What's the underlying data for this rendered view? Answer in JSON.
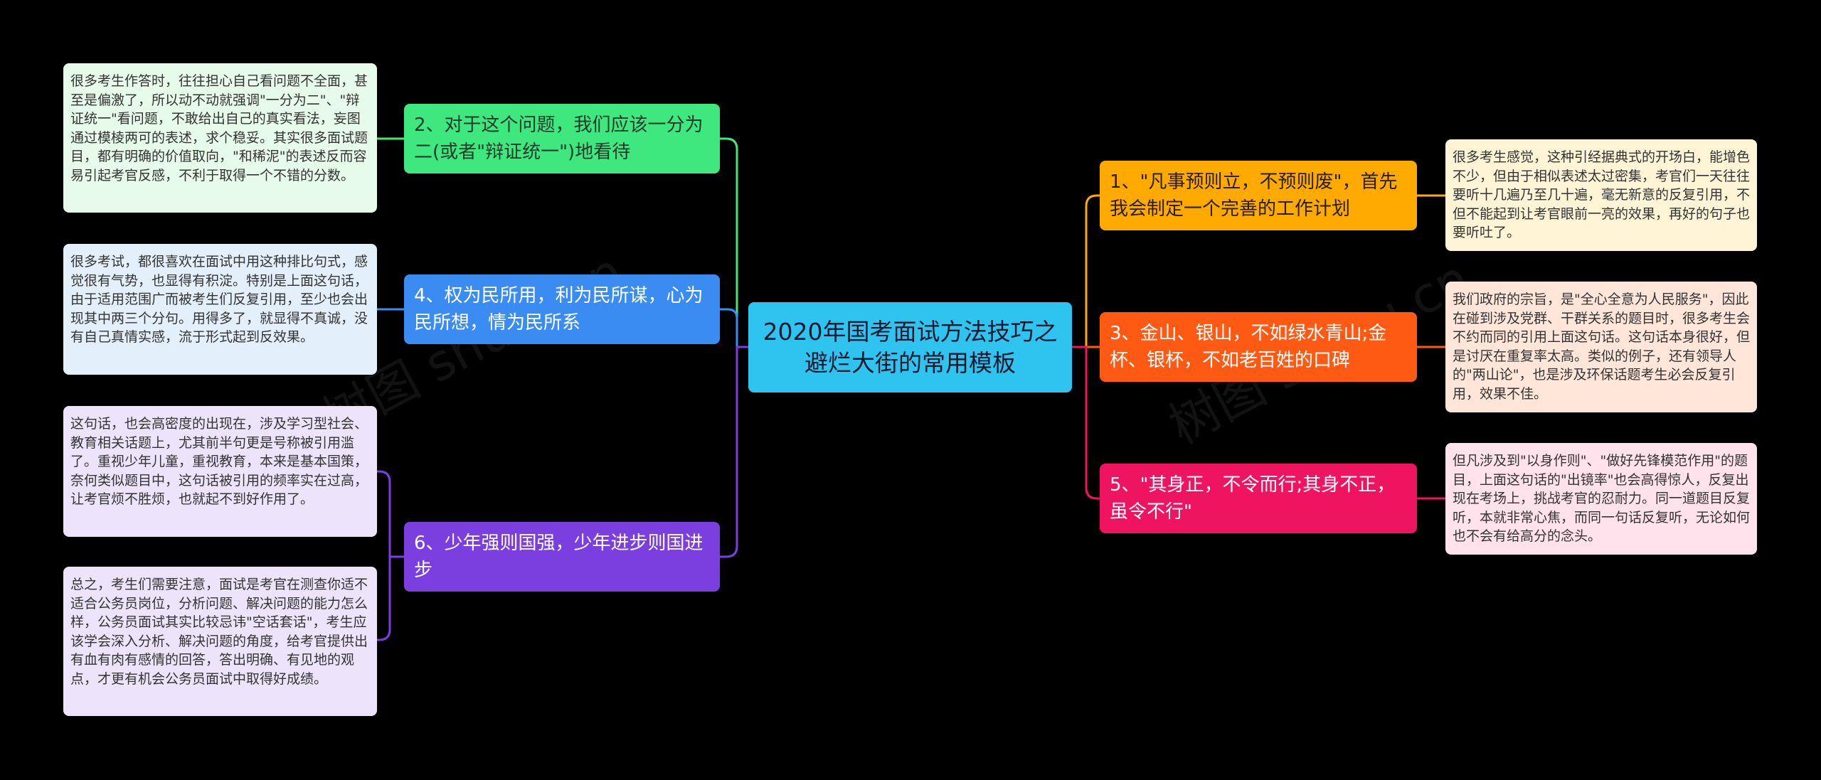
{
  "center": {
    "label": "2020年国考面试方法技巧之避烂大街的常用模板"
  },
  "watermark": "树图 shutu.cn",
  "colors": {
    "center": "#2fc3f0",
    "b2": "#3ee87f",
    "b4": "#3a8cf2",
    "b6": "#7b3fe0",
    "b1": "#ffaa00",
    "b3": "#ff5a14",
    "b5": "#ee1460",
    "l2": "#e6fbe9",
    "l4": "#e4effc",
    "l6": "#ede3fa",
    "l1": "#fff4d6",
    "l3": "#ffe6d9",
    "l5": "#ffe2ec"
  },
  "branches": {
    "b2": {
      "label": "2、对于这个问题，我们应该一分为二(或者\"辩证统一\")地看待"
    },
    "b4": {
      "label": "4、权为民所用，利为民所谋，心为民所想，情为民所系"
    },
    "b6": {
      "label": "6、少年强则国强，少年进步则国进步"
    },
    "b1": {
      "label": "1、\"凡事预则立，不预则废\"，首先我会制定一个完善的工作计划"
    },
    "b3": {
      "label": "3、金山、银山，不如绿水青山;金杯、银杯，不如老百姓的口碑"
    },
    "b5": {
      "label": "5、\"其身正，不令而行;其身不正，虽令不行\""
    }
  },
  "leaves": {
    "l2": {
      "text": "很多考生作答时，往往担心自己看问题不全面，甚至是偏激了，所以动不动就强调\"一分为二\"、\"辩证统一\"看问题，不敢给出自己的真实看法，妄图通过模棱两可的表述，求个稳妥。其实很多面试题目，都有明确的价值取向，\"和稀泥\"的表述反而容易引起考官反感，不利于取得一个不错的分数。"
    },
    "l4": {
      "text": "很多考试，都很喜欢在面试中用这种排比句式，感觉很有气势，也显得有积淀。特别是上面这句话，由于适用范围广而被考生们反复引用，至少也会出现其中两三个分句。用得多了，就显得不真诚，没有自己真情实感，流于形式起到反效果。"
    },
    "l6a": {
      "text": "这句话，也会高密度的出现在，涉及学习型社会、教育相关话题上，尤其前半句更是号称被引用滥了。重视少年儿童，重视教育，本来是基本国策，奈何类似题目中，这句话被引用的频率实在过高，让考官烦不胜烦，也就起不到好作用了。"
    },
    "l6b": {
      "text": "总之，考生们需要注意，面试是考官在测查你适不适合公务员岗位，分析问题、解决问题的能力怎么样，公务员面试其实比较忌讳\"空话套话\"，考生应该学会深入分析、解决问题的角度，给考官提供出有血有肉有感情的回答，答出明确、有见地的观点，才更有机会公务员面试中取得好成绩。"
    },
    "l1": {
      "text": "很多考生感觉，这种引经据典式的开场白，能增色不少，但由于相似表述太过密集，考官们一天往往要听十几遍乃至几十遍，毫无新意的反复引用，不但不能起到让考官眼前一亮的效果，再好的句子也要听吐了。"
    },
    "l3": {
      "text": "我们政府的宗旨，是\"全心全意为人民服务\"，因此在碰到涉及党群、干群关系的题目时，很多考生会不约而同的引用上面这句话。这句话本身很好，但是讨厌在重复率太高。类似的例子，还有领导人的\"两山论\"，也是涉及环保话题考生必会反复引用，效果不佳。"
    },
    "l5": {
      "text": "但凡涉及到\"以身作则\"、\"做好先锋模范作用\"的题目，上面这句话的\"出镜率\"也会高得惊人，反复出现在考场上，挑战考官的忍耐力。同一道题目反复听，本就非常心焦，而同一句话反复听，无论如何也不会有给高分的念头。"
    }
  }
}
